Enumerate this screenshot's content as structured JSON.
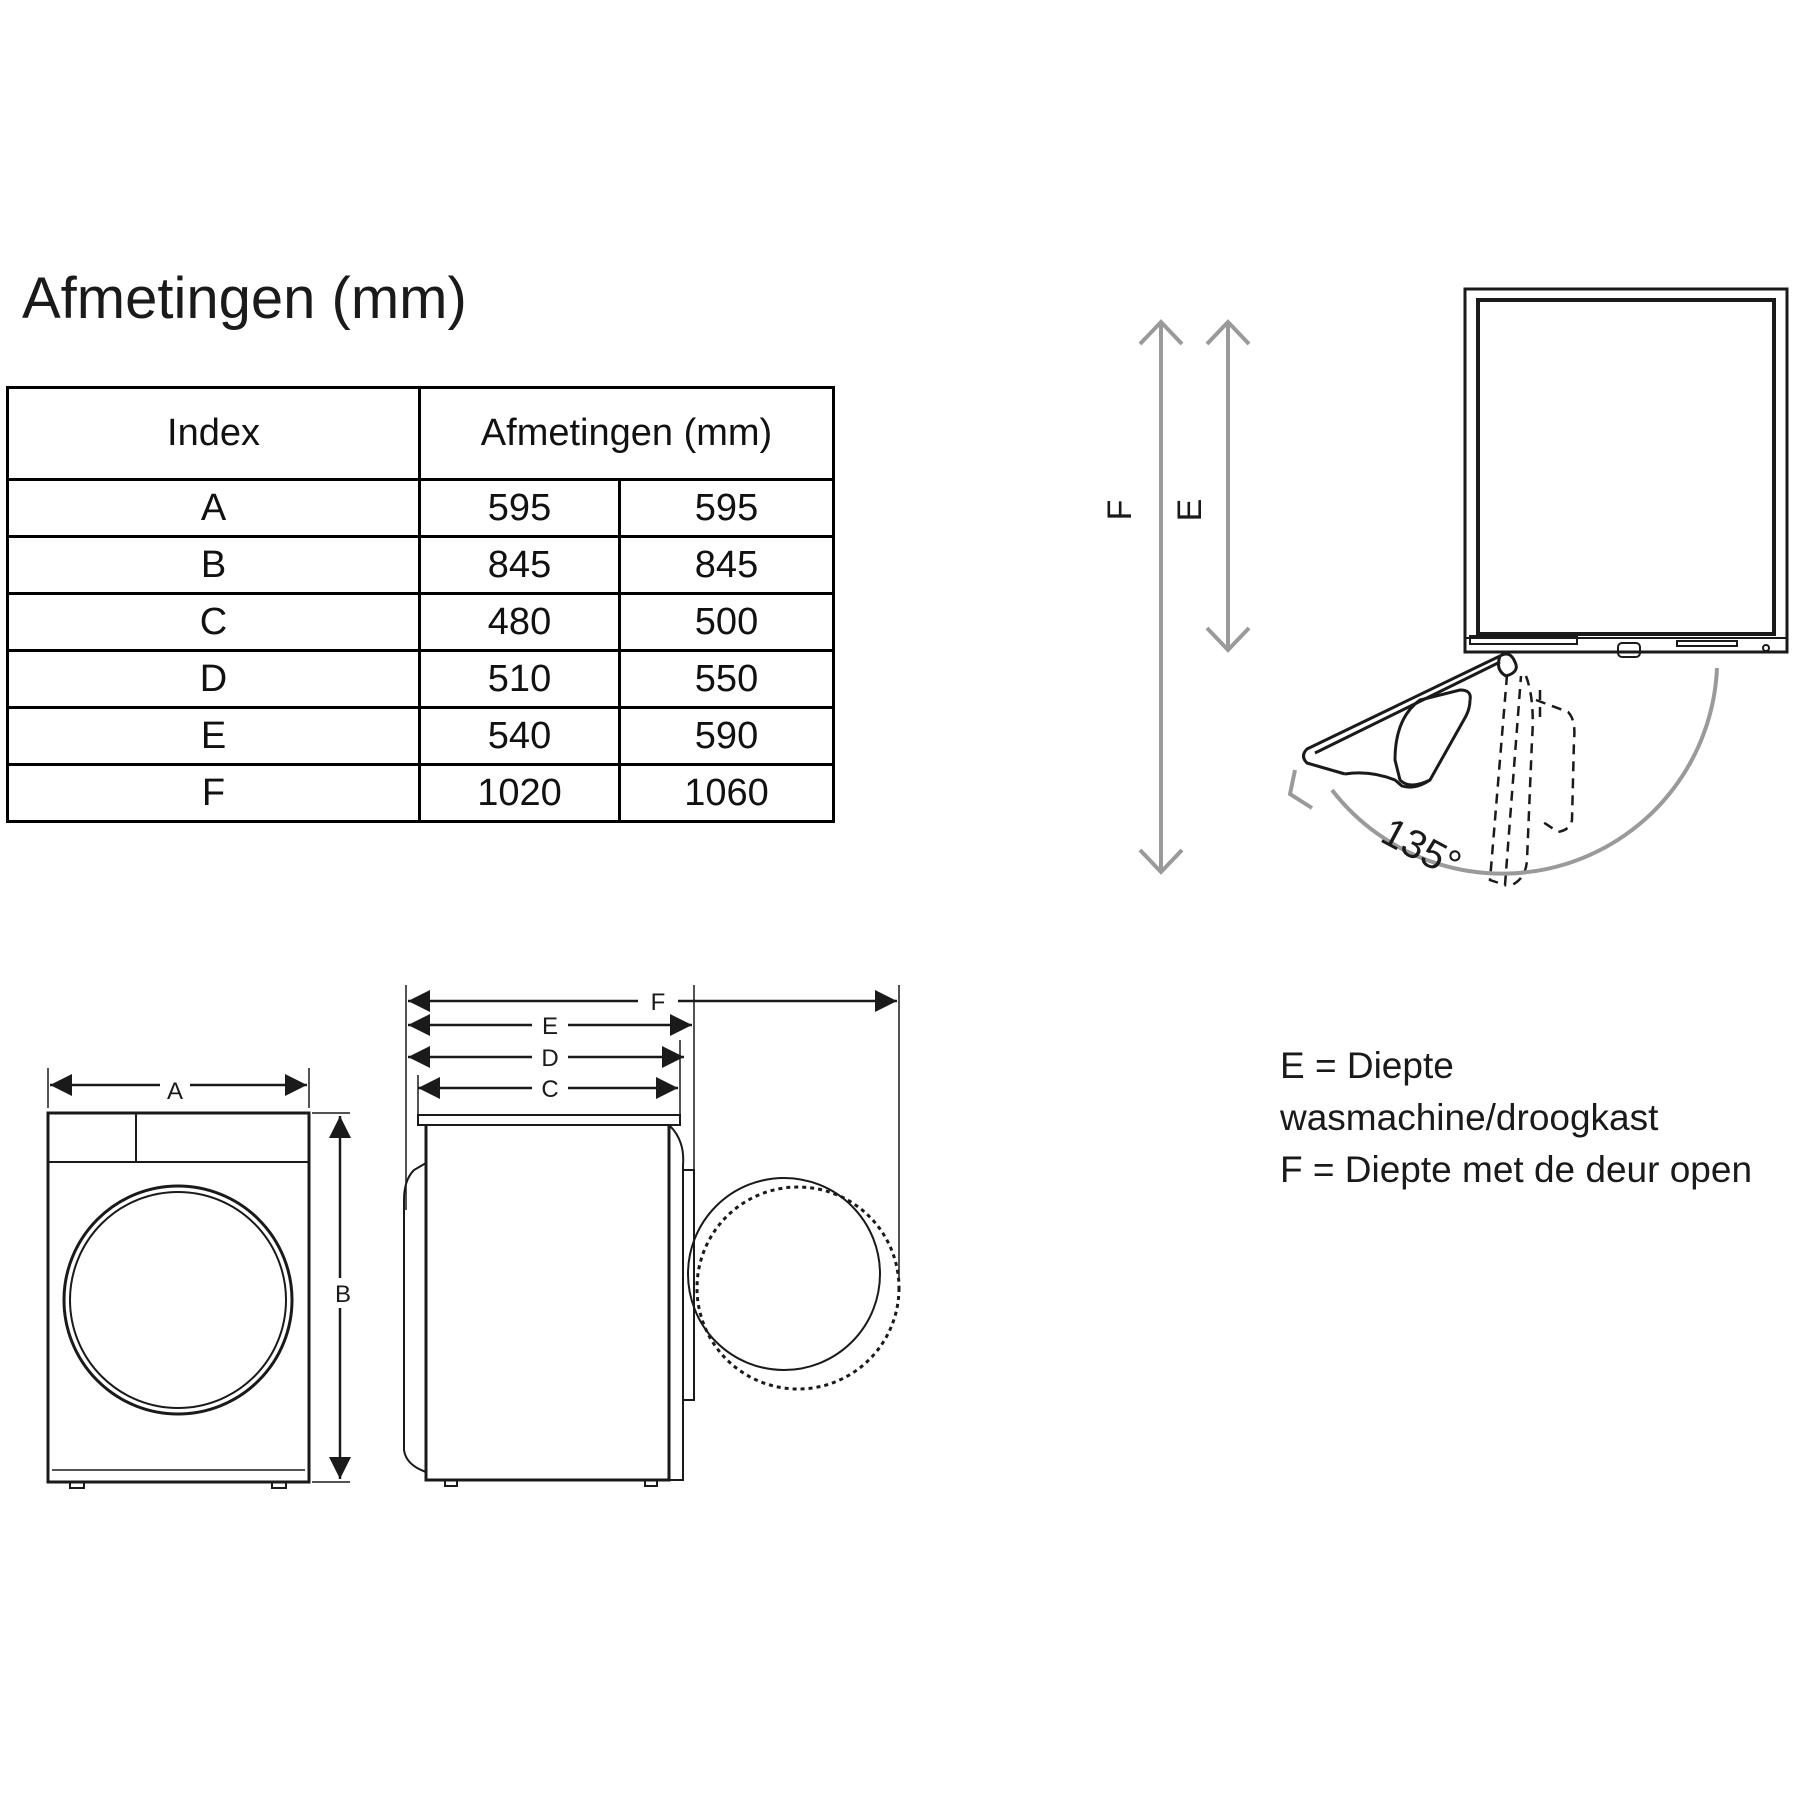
{
  "title": "Afmetingen (mm)",
  "table": {
    "headers": [
      "Index",
      "Afmetingen (mm)"
    ],
    "rows": [
      {
        "index": "A",
        "v1": "595",
        "v2": "595"
      },
      {
        "index": "B",
        "v1": "845",
        "v2": "845"
      },
      {
        "index": "C",
        "v1": "480",
        "v2": "500"
      },
      {
        "index": "D",
        "v1": "510",
        "v2": "550"
      },
      {
        "index": "E",
        "v1": "540",
        "v2": "590"
      },
      {
        "index": "F",
        "v1": "1020",
        "v2": "1060"
      }
    ]
  },
  "top_view": {
    "label_f": "F",
    "label_e": "E",
    "angle": "135°"
  },
  "front_view": {
    "label_a": "A",
    "label_b": "B"
  },
  "side_view": {
    "label_f": "F",
    "label_e": "E",
    "label_d": "D",
    "label_c": "C"
  },
  "legend": {
    "line1": "E = Diepte",
    "line2": "wasmachine/droogkast",
    "line3": "F = Diepte met de deur open"
  },
  "colors": {
    "ink": "#1a1a1a",
    "arrow_gray": "#9a9a9a"
  }
}
